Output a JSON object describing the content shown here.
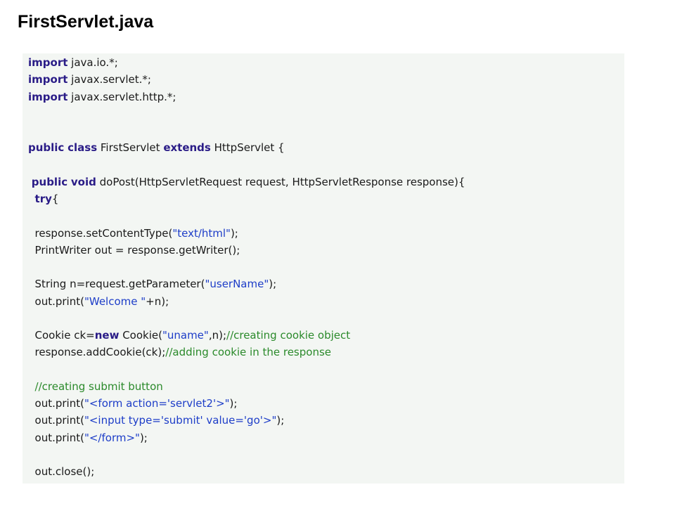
{
  "title": "FirstServlet.java",
  "code_lines": [
    [
      {
        "t": "import",
        "k": "kw"
      },
      {
        "t": " java.io.*;",
        "k": "plain"
      }
    ],
    [
      {
        "t": "import",
        "k": "kw"
      },
      {
        "t": " javax.servlet.*;",
        "k": "plain"
      }
    ],
    [
      {
        "t": "import",
        "k": "kw"
      },
      {
        "t": " javax.servlet.http.*;",
        "k": "plain"
      }
    ],
    [],
    [],
    [
      {
        "t": "public",
        "k": "kw"
      },
      {
        "t": " ",
        "k": "plain"
      },
      {
        "t": "class",
        "k": "kw"
      },
      {
        "t": " FirstServlet ",
        "k": "plain"
      },
      {
        "t": "extends",
        "k": "kw"
      },
      {
        "t": " HttpServlet {",
        "k": "plain"
      }
    ],
    [],
    [
      {
        "t": " ",
        "k": "plain"
      },
      {
        "t": "public",
        "k": "kw"
      },
      {
        "t": " ",
        "k": "plain"
      },
      {
        "t": "void",
        "k": "kw"
      },
      {
        "t": " doPost(HttpServletRequest request, HttpServletResponse response){",
        "k": "plain"
      }
    ],
    [
      {
        "t": "  ",
        "k": "plain"
      },
      {
        "t": "try",
        "k": "kw"
      },
      {
        "t": "{",
        "k": "plain"
      }
    ],
    [],
    [
      {
        "t": "  response.setContentType(",
        "k": "plain"
      },
      {
        "t": "\"text/html\"",
        "k": "str"
      },
      {
        "t": ");",
        "k": "plain"
      }
    ],
    [
      {
        "t": "  PrintWriter out = response.getWriter();",
        "k": "plain"
      }
    ],
    [],
    [
      {
        "t": "  String n=request.getParameter(",
        "k": "plain"
      },
      {
        "t": "\"userName\"",
        "k": "str"
      },
      {
        "t": ");",
        "k": "plain"
      }
    ],
    [
      {
        "t": "  out.print(",
        "k": "plain"
      },
      {
        "t": "\"Welcome \"",
        "k": "str"
      },
      {
        "t": "+n);",
        "k": "plain"
      }
    ],
    [],
    [
      {
        "t": "  Cookie ck=",
        "k": "plain"
      },
      {
        "t": "new",
        "k": "kw"
      },
      {
        "t": " Cookie(",
        "k": "plain"
      },
      {
        "t": "\"uname\"",
        "k": "str"
      },
      {
        "t": ",n);",
        "k": "plain"
      },
      {
        "t": "//creating cookie object",
        "k": "cm"
      }
    ],
    [
      {
        "t": "  response.addCookie(ck);",
        "k": "plain"
      },
      {
        "t": "//adding cookie in the response",
        "k": "cm"
      }
    ],
    [],
    [
      {
        "t": "  ",
        "k": "plain"
      },
      {
        "t": "//creating submit button",
        "k": "cm"
      }
    ],
    [
      {
        "t": "  out.print(",
        "k": "plain"
      },
      {
        "t": "\"<form action='servlet2'>\"",
        "k": "str"
      },
      {
        "t": ");",
        "k": "plain"
      }
    ],
    [
      {
        "t": "  out.print(",
        "k": "plain"
      },
      {
        "t": "\"<input type='submit' value='go'>\"",
        "k": "str"
      },
      {
        "t": ");",
        "k": "plain"
      }
    ],
    [
      {
        "t": "  out.print(",
        "k": "plain"
      },
      {
        "t": "\"</form>\"",
        "k": "str"
      },
      {
        "t": ");",
        "k": "plain"
      }
    ],
    [],
    [
      {
        "t": "  out.close();",
        "k": "plain"
      }
    ]
  ],
  "colors": {
    "keyword": "#2a1c87",
    "string": "#1d3dc8",
    "comment": "#2b8a2b",
    "plain": "#1a1a1a",
    "panel_background": "#f3f6f3"
  }
}
